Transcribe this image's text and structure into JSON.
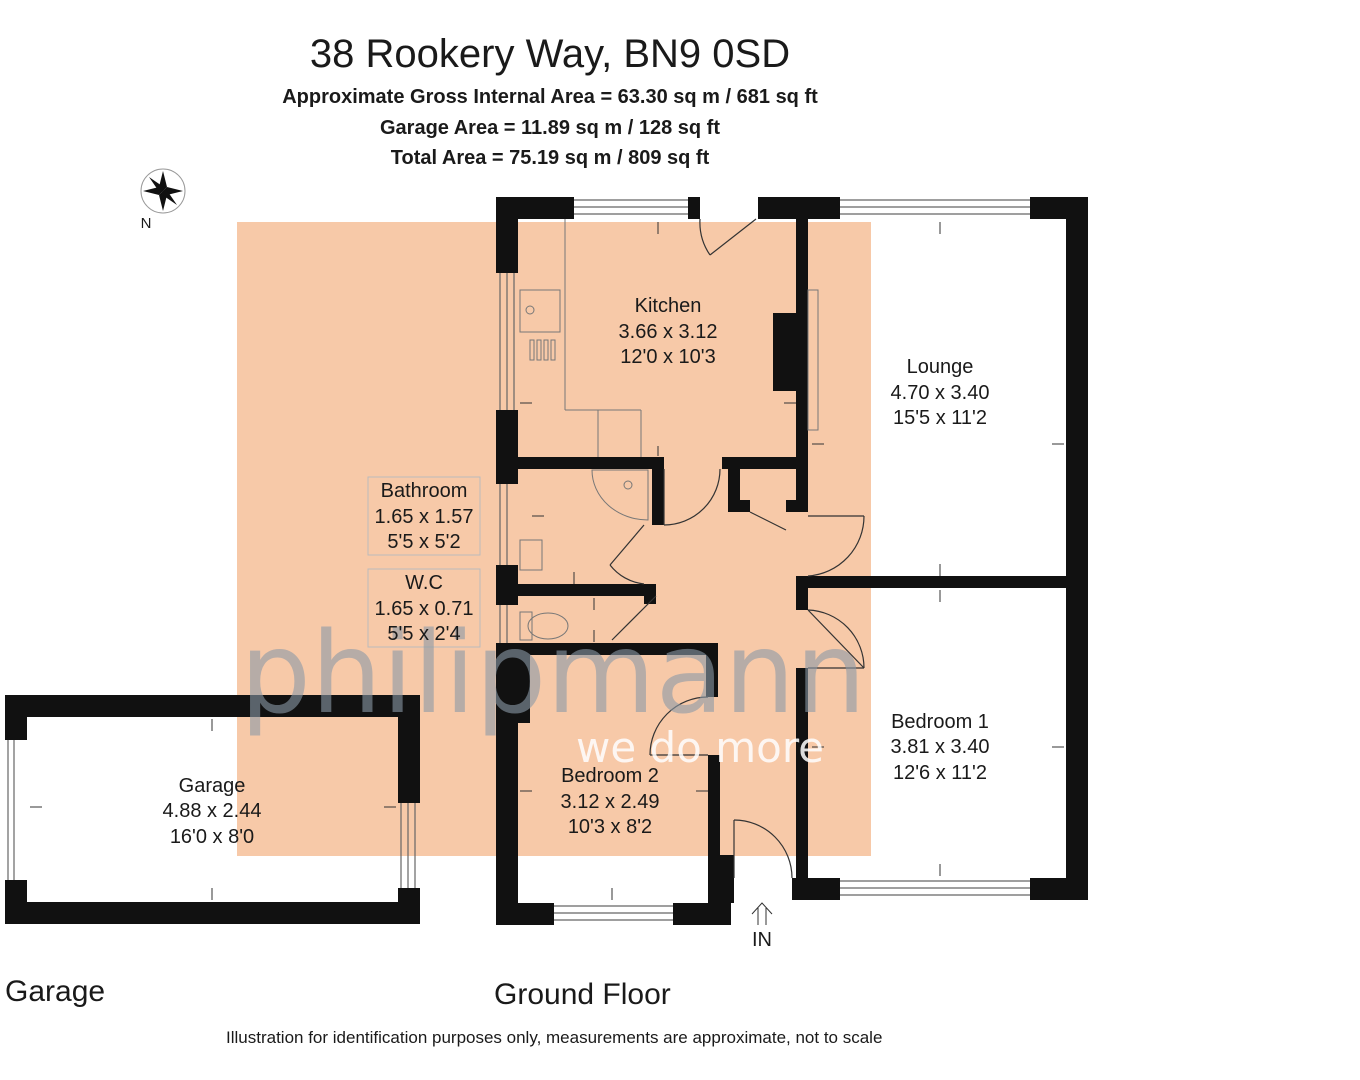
{
  "header": {
    "title": "38 Rookery Way, BN9 0SD",
    "gross_internal_area": "Approximate Gross Internal Area = 63.30 sq m / 681 sq ft",
    "garage_area": "Garage Area = 11.89 sq m / 128 sq ft",
    "total_area": "Total Area = 75.19 sq m / 809 sq ft"
  },
  "compass": {
    "label": "N",
    "icon": "compass-icon"
  },
  "rooms": {
    "kitchen": {
      "name": "Kitchen",
      "metric": "3.66 x 3.12",
      "imperial": "12'0 x 10'3"
    },
    "lounge": {
      "name": "Lounge",
      "metric": "4.70 x 3.40",
      "imperial": "15'5 x 11'2"
    },
    "bathroom": {
      "name": "Bathroom",
      "metric": "1.65 x 1.57",
      "imperial": "5'5 x 5'2"
    },
    "wc": {
      "name": "W.C",
      "metric": "1.65 x 0.71",
      "imperial": "5'5 x 2'4"
    },
    "bedroom1": {
      "name": "Bedroom 1",
      "metric": "3.81 x 3.40",
      "imperial": "12'6 x 11'2"
    },
    "bedroom2": {
      "name": "Bedroom 2",
      "metric": "3.12 x 2.49",
      "imperial": "10'3 x 8'2"
    },
    "garage": {
      "name": "Garage",
      "metric": "4.88 x 2.44",
      "imperial": "16'0 x 8'0"
    }
  },
  "entrance": {
    "label": "IN",
    "icon": "up-arrow-icon"
  },
  "watermark": {
    "brand": "philipmann",
    "tagline": "we do more",
    "color": "#f7c9a8"
  },
  "floors": {
    "garage_label": "Garage",
    "ground_label": "Ground Floor"
  },
  "footer": {
    "disclaimer": "Illustration for identification purposes only, measurements are approximate, not to scale"
  }
}
